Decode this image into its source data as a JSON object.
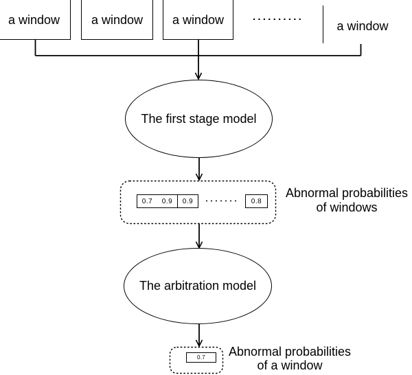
{
  "diagram": {
    "background": "#ffffff",
    "line_color": "#000000",
    "windows_row": {
      "boxes": [
        {
          "label": "a window"
        },
        {
          "label": "a window"
        },
        {
          "label": "a window"
        }
      ],
      "right_box_label": "a window"
    },
    "first_stage_model": {
      "label": "The first stage model"
    },
    "arbitration_model": {
      "label": "The arbitration model"
    },
    "window_probabilities": {
      "strip_values": [
        "0.7",
        "0.9",
        "0.9"
      ],
      "last_value": "0.8",
      "caption_line1": "Abnormal probabilities",
      "caption_line2": "of windows"
    },
    "final_probability": {
      "value": "0.7",
      "caption_line1": "Abnormal probabilities",
      "caption_line2": "of a window"
    }
  }
}
